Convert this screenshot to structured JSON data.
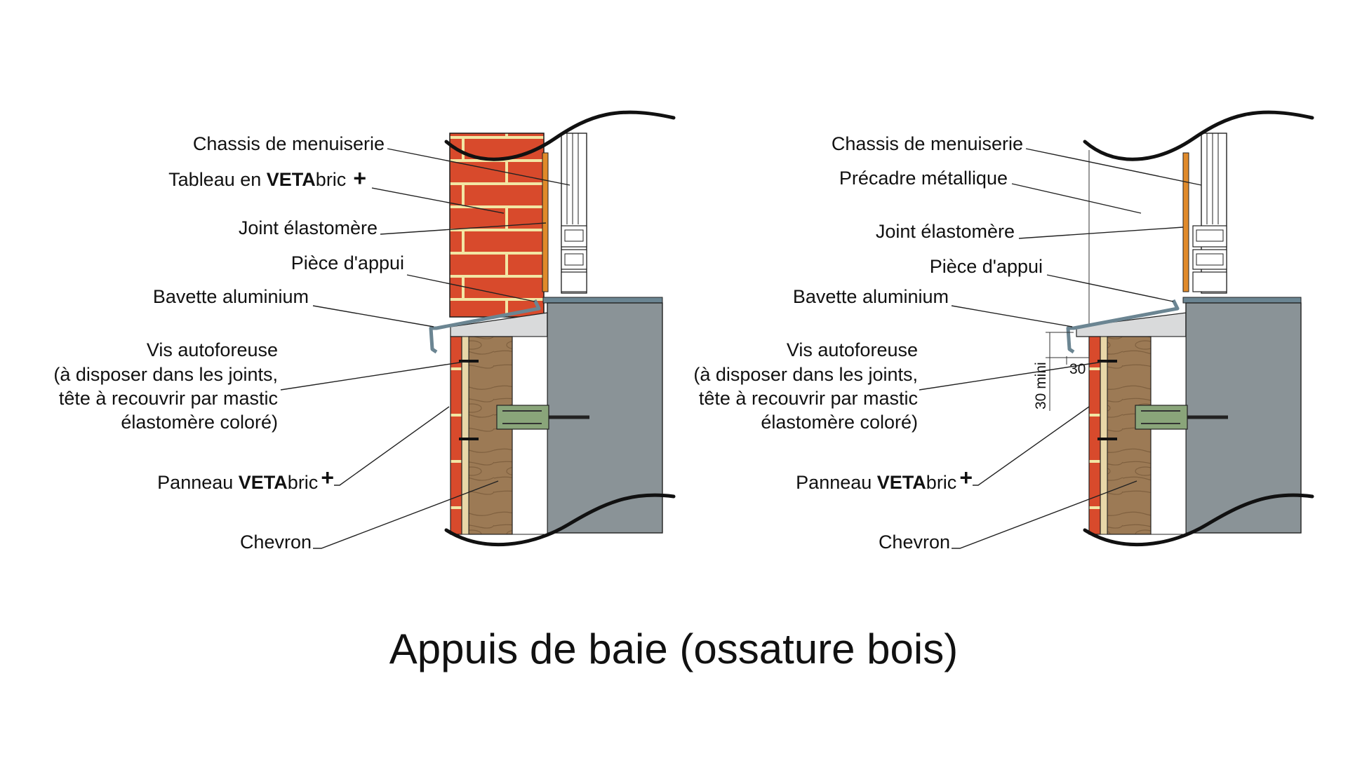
{
  "title": "Appuis de baie (ossature bois)",
  "colors": {
    "brick": "#d84a2c",
    "mortar": "#f2e6a4",
    "wood": "#9c7a55",
    "panel_gray": "#8a9397",
    "sill_gray": "#d9dadb",
    "frame_orange": "#e08a2a",
    "aluminium": "#6b8592",
    "bracket_green": "#8aa57a"
  },
  "left": {
    "labels": {
      "chassis": "Chassis de menuiserie",
      "tableau_prefix": "Tableau en ",
      "tableau_brand_bold": "VETA",
      "tableau_brand_rest": "bric",
      "tableau_plus": "+",
      "joint": "Joint élastomère",
      "piece": "Pièce d'appui",
      "bavette": "Bavette aluminium",
      "vis_1": "Vis autoforeuse",
      "vis_2": "(à disposer dans les joints,",
      "vis_3": "tête à recouvrir par mastic",
      "vis_4": "élastomère coloré)",
      "panneau_prefix": "Panneau ",
      "panneau_brand_bold": "VETA",
      "panneau_brand_rest": "bric",
      "panneau_plus": "+",
      "chevron": "Chevron"
    }
  },
  "right": {
    "labels": {
      "chassis": "Chassis de menuiserie",
      "precadre": "Précadre métallique",
      "joint": "Joint élastomère",
      "piece": "Pièce d'appui",
      "bavette": "Bavette aluminium",
      "vis_1": "Vis autoforeuse",
      "vis_2": "(à disposer dans les joints,",
      "vis_3": "tête à recouvrir par mastic",
      "vis_4": "élastomère coloré)",
      "panneau_prefix": "Panneau ",
      "panneau_brand_bold": "VETA",
      "panneau_brand_rest": "bric",
      "panneau_plus": "+",
      "chevron": "Chevron",
      "dim_vertical": "30 mini",
      "dim_horizontal": "30"
    }
  }
}
